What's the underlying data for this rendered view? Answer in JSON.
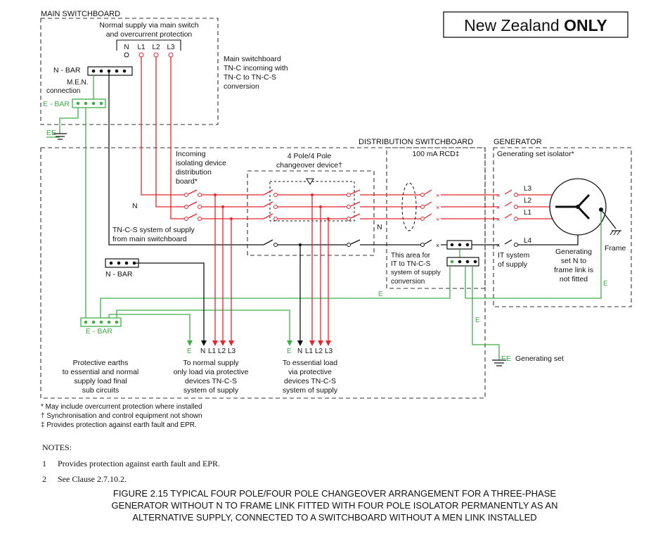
{
  "badge": {
    "text": "New Zealand ",
    "bold": "ONLY"
  },
  "main_switchboard": {
    "title": "MAIN SWITCHBOARD",
    "supply_label_1": "Normal supply via main switch",
    "supply_label_2": "and overcurrent protection",
    "terminals": [
      "N",
      "L1",
      "L2",
      "L3"
    ],
    "n_bar": "N - BAR",
    "men_1": "M.E.N.",
    "men_2": "connection",
    "e_bar": "E - BAR",
    "ee": "EE",
    "note_1": "Main switchboard",
    "note_2": "TN-C incoming with",
    "note_3": "TN-C to TN-C-S",
    "note_4": "conversion"
  },
  "distribution": {
    "title": "DISTRIBUTION SWITCHBOARD",
    "incoming_1": "Incoming",
    "incoming_2": "isolating device",
    "incoming_3": "distribution",
    "incoming_4": "board*",
    "n_label": "N",
    "changeover_1": "4 Pole/4 Pole",
    "changeover_2": "changeover device†",
    "n_right": "N",
    "rcd": "100 mA RCD‡",
    "tncs_1": "TN-C-S system of supply",
    "tncs_2": "from main switchboard",
    "n_bar": "N - BAR",
    "area_1": "This area for",
    "area_2": "IT to TN-C-S",
    "area_3": "system of supply",
    "area_4": "conversion",
    "e_label": "E",
    "e_bar": "E - BAR",
    "pe_1": "Protective earths",
    "pe_2": "to essential and normal",
    "pe_3": "supply load final",
    "pe_4": "sub circuits",
    "group_labels": [
      "E",
      "N",
      "L1",
      "L2",
      "L3"
    ],
    "normal_1": "To normal supply",
    "normal_2": "only load via protective",
    "normal_3": "devices TN-C-S",
    "normal_4": "system of supply",
    "ess_1": "To essential load",
    "ess_2": "via protective",
    "ess_3": "devices TN-C-S",
    "ess_4": "system of supply"
  },
  "generator": {
    "title": "GENERATOR",
    "isolator": "Generating set isolator*",
    "lines": [
      "L3",
      "L2",
      "L1",
      "L4"
    ],
    "frame": "Frame",
    "it_1": "IT system",
    "it_2": "of supply",
    "gen_1": "Generating",
    "gen_2": "set N to",
    "gen_3": "frame link is",
    "gen_4": "not fitted",
    "e_label": "E",
    "e_label_2": "E",
    "ee": "EE",
    "gen_set": "Generating set"
  },
  "footnotes": [
    "* May include overcurrent protection where installed",
    "† Synchronisation and control equipment not shown",
    "‡ Provides protection against earth fault and EPR."
  ],
  "notes": {
    "heading": "NOTES:",
    "items": [
      {
        "num": "1",
        "text": "Provides protection against earth fault and EPR."
      },
      {
        "num": "2",
        "text": "See Clause 2.7.10.2."
      }
    ]
  },
  "caption": [
    "FIGURE  2.15  TYPICAL FOUR POLE/FOUR POLE CHANGEOVER ARRANGEMENT FOR A THREE-PHASE",
    "GENERATOR WITHOUT N TO FRAME LINK FITTED WITH FOUR POLE ISOLATOR PERMANENTLY AS AN",
    "ALTERNATIVE SUPPLY, CONNECTED TO A SWITCHBOARD WITHOUT A MEN LINK INSTALLED"
  ],
  "colors": {
    "active": "#e8242c",
    "earth": "#3fae49",
    "neutral": "#111111"
  }
}
